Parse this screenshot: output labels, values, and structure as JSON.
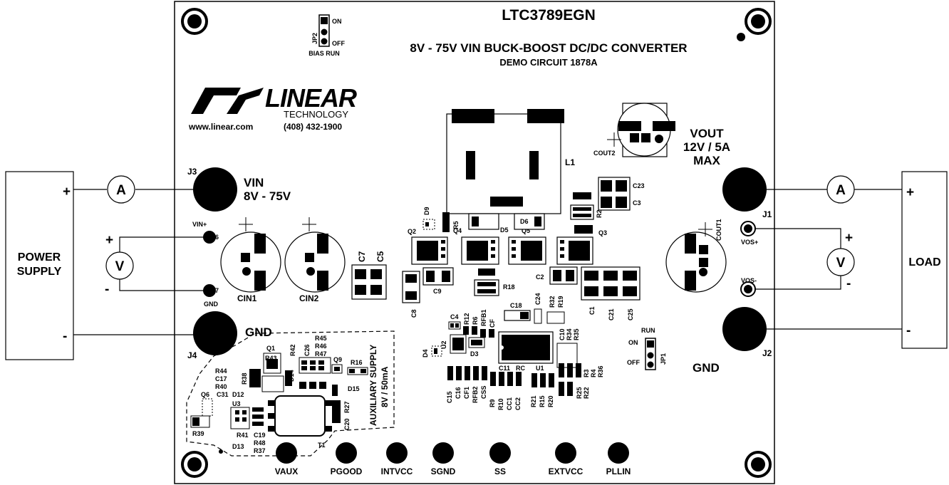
{
  "board": {
    "part_number": "LTC3789EGN",
    "subtitle": "8V - 75V VIN BUCK-BOOST DC/DC CONVERTER",
    "demo_circuit": "DEMO CIRCUIT 1878A"
  },
  "logo": {
    "brand": "LINEAR",
    "tagline": "TECHNOLOGY",
    "website": "www.linear.com",
    "phone": "(408) 432-1900"
  },
  "jumpers": {
    "jp2": {
      "name": "JP2",
      "on": "ON",
      "off": "OFF",
      "caption": "BIAS RUN"
    },
    "jp1": {
      "name": "JP1",
      "on": "ON",
      "off": "OFF",
      "caption": "RUN"
    }
  },
  "external": {
    "power_supply_line1": "POWER",
    "power_supply_line2": "SUPPLY",
    "load": "LOAD",
    "ammeter": "A",
    "voltmeter": "V",
    "plus": "+",
    "minus": "-"
  },
  "terminals": {
    "vin_ref": "J3",
    "vin_label": "VIN",
    "vin_range": "8V - 75V",
    "gnd_in_ref": "J4",
    "gnd_in_label": "GND",
    "vout_ref": "J1",
    "vout_label": "VOUT",
    "vout_rating": "12V / 5A",
    "vout_max": "MAX",
    "gnd_out_ref": "J2",
    "gnd_out_label": "GND"
  },
  "sense": {
    "vin_plus": "VIN+",
    "gnd": "GND",
    "vos_plus": "VOS+",
    "vos_minus": "VOS-",
    "e6": "6",
    "e7": "7"
  },
  "aux": {
    "line1": "AUXILIARY SUPPLY",
    "line2": "8V / 50mA"
  },
  "designators": {
    "cin1": "CIN1",
    "cin2": "CIN2",
    "c7": "C7",
    "c5": "C5",
    "cout1": "COUT1",
    "cout2": "COUT2",
    "l1": "L1",
    "c23": "C23",
    "c3": "C3",
    "r2": "R2",
    "q3": "Q3",
    "q2": "Q2",
    "q4": "Q4",
    "q5": "Q5",
    "d9": "D9",
    "r5": "R5",
    "d5": "D5",
    "d6": "D6",
    "c2": "C2",
    "c1": "C1",
    "c21": "C21",
    "c25": "C25",
    "r18": "R18",
    "c9": "C9",
    "c8": "C8",
    "c18": "C18",
    "c24": "C24",
    "r32": "R32",
    "r19": "R19",
    "c4": "C4",
    "r12": "R12",
    "r6": "R6",
    "rfb1": "RFB1",
    "cf": "CF",
    "u2": "U2",
    "d3": "D3",
    "d4": "D4",
    "c15": "C15",
    "c16": "C16",
    "cf1": "CF1",
    "rfb2": "RFB2",
    "css": "CSS",
    "r9": "R9",
    "r10": "R10",
    "cc1": "CC1",
    "cc2": "CC2",
    "c11": "C11",
    "rc": "RC",
    "u1": "U1",
    "r21": "R21",
    "r15": "R15",
    "r20": "R20",
    "c10": "C10",
    "r34": "R34",
    "r35": "R35",
    "r3": "R3",
    "r4": "R4",
    "r36": "R36",
    "r25": "R25",
    "r22": "R22",
    "r45": "R45",
    "r46": "R46",
    "r47": "R47",
    "r42": "R42",
    "c26": "C26",
    "q1": "Q1",
    "r43": "R43",
    "d14": "D14",
    "q9": "Q9",
    "r16": "R16",
    "r44": "R44",
    "c17": "C17",
    "r40": "R40",
    "r38": "R38",
    "q6": "Q6",
    "c31": "C31",
    "d12": "D12",
    "u3": "U3",
    "d15": "D15",
    "r27": "R27",
    "c20": "C20",
    "r39": "R39",
    "r41": "R41",
    "c19": "C19",
    "r48": "R48",
    "r37": "R37",
    "d13": "D13",
    "t1": "T1"
  },
  "test_points": [
    {
      "name": "VAUX"
    },
    {
      "name": "PGOOD"
    },
    {
      "name": "INTVCC"
    },
    {
      "name": "SGND"
    },
    {
      "name": "SS"
    },
    {
      "name": "EXTVCC"
    },
    {
      "name": "PLLIN"
    }
  ]
}
